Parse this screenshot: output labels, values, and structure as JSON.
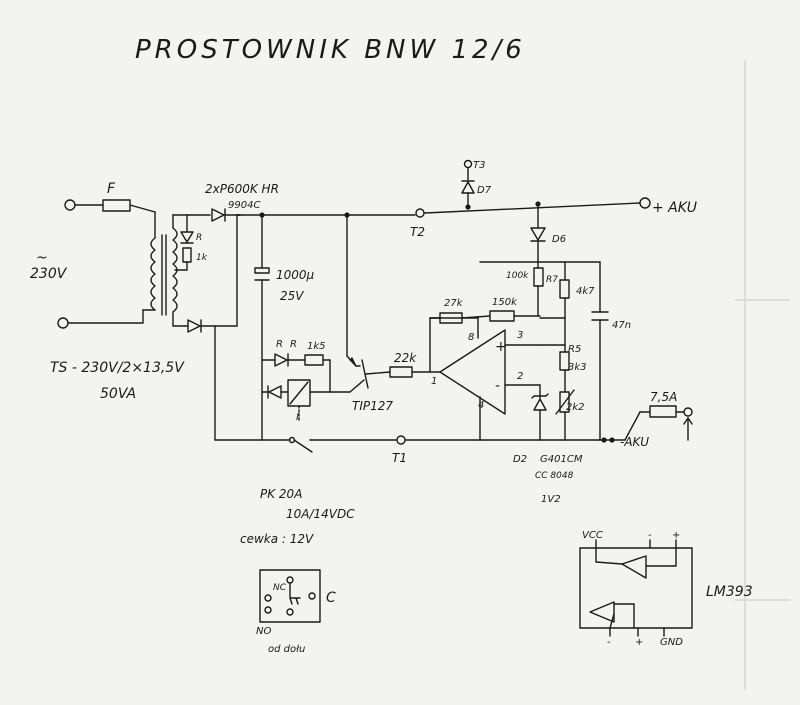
{
  "title": "PROSTOWNIK BNW 12/6",
  "mains": {
    "symbol": "~",
    "voltage": "230V"
  },
  "fuse": "F",
  "transformer": {
    "spec": "TS - 230V/2×13,5V",
    "power": "50VA"
  },
  "diode_bridge": {
    "part": "2xP600K HR",
    "code": "9904C"
  },
  "indicator": {
    "r1": "R",
    "r2": "1k"
  },
  "capacitor": {
    "value": "1000µ",
    "voltage": "25V"
  },
  "led_branch": {
    "r1": "R",
    "r2": "R",
    "resistor": "1k5"
  },
  "relay": {
    "part": "PK 20A",
    "rating": "10A/14VDC",
    "coil": "cewka : 12V",
    "relay_mark": "I"
  },
  "transistor": "TIP127",
  "resistors": {
    "base": "22k",
    "r_27k": "27k",
    "r_150k": "150k",
    "r_100k": "100k",
    "r7": "R7",
    "r_4k7": "4k7",
    "r5": "R5",
    "r_3k3": "3k3",
    "r_2k2": "2k2"
  },
  "capacitor_47n": "47n",
  "comparator_pins": {
    "out": "1",
    "plus": "3",
    "minus": "2",
    "gnd": "4",
    "vcc": "8"
  },
  "zener": {
    "label": "D2",
    "part": "G401CM",
    "code": "CC 8048",
    "voltage": "1V2"
  },
  "output_fuse": "7,5A",
  "test_points": {
    "t1": "T1",
    "t2": "T2",
    "t3": "T3"
  },
  "diodes": {
    "d6": "D6",
    "d7": "D7"
  },
  "terminals": {
    "plus": "+ AKU",
    "minus": "-AKU"
  },
  "relay_pinout": {
    "nc": "NC",
    "no": "NO",
    "c": "C",
    "caption": "od dołu"
  },
  "lm393": {
    "name": "LM393",
    "vcc": "VCC",
    "gnd": "GND",
    "minus": "-",
    "plus": "+"
  }
}
